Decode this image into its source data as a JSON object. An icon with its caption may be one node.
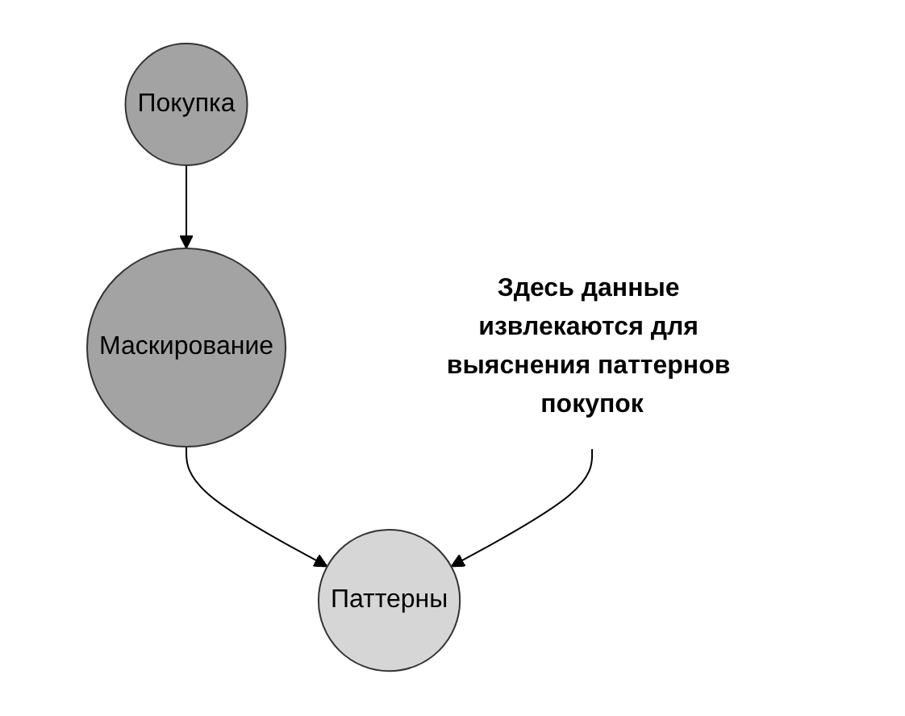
{
  "diagram": {
    "nodes": [
      {
        "text": [
          "Покупка"
        ]
      },
      {
        "text": [
          "Маскирование"
        ]
      },
      {
        "text": [
          "Паттерны"
        ]
      },
      {
        "text": [
          "Здесь данные извлекаются для выяснения паттернов покупок"
        ]
      }
    ],
    "edges": [
      {
        "from": 0,
        "to": 1,
        "arrow": "to"
      },
      {
        "from": 1,
        "to": 2,
        "arrow": "to"
      },
      {
        "from": 3,
        "to": 2,
        "arrow": "to"
      }
    ]
  }
}
